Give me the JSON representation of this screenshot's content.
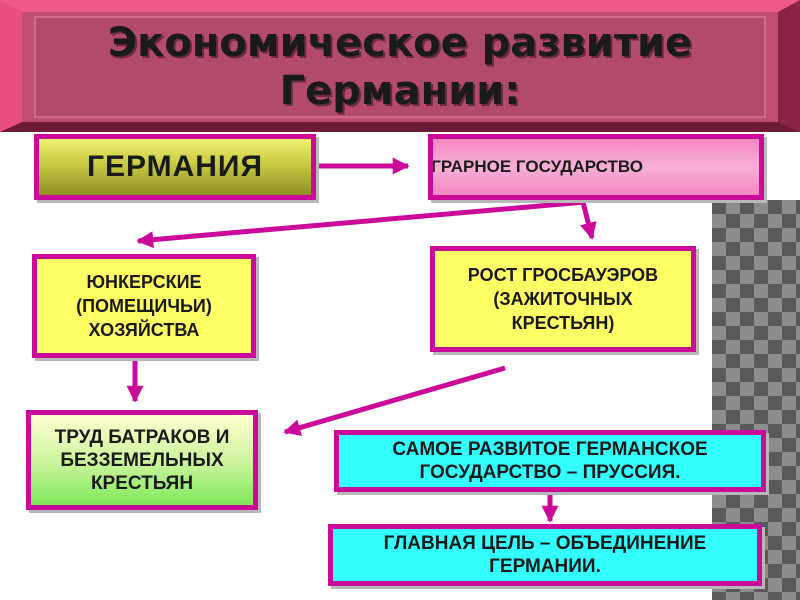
{
  "title": {
    "line1": "Экономическое развитие",
    "line2": "Германии:"
  },
  "nodes": {
    "germany": "ГЕРМАНИЯ",
    "agrarian": "АГРАРНОЕ ГОСУДАРСТВО",
    "junker_l1": "ЮНКЕРСКИЕ",
    "junker_l2": "(ПОМЕЩИЧЬИ)",
    "junker_l3": "ХОЗЯЙСТВА",
    "grossbauer_l1": "РОСТ ГРОСБАУЭРОВ",
    "grossbauer_l2": "(ЗАЖИТОЧНЫХ",
    "grossbauer_l3": "КРЕСТЬЯН)",
    "labor_l1": "ТРУД БАТРАКОВ И",
    "labor_l2": "БЕЗЗЕМЕЛЬНЫХ",
    "labor_l3": "КРЕСТЬЯН",
    "prussia_l1": "САМОЕ РАЗВИТОЕ ГЕРМАНСКОЕ",
    "prussia_l2": "ГОСУДАРСТВО – ПРУССИЯ.",
    "goal_l1": "ГЛАВНАЯ ЦЕЛЬ – ОБЪЕДИНЕНИЕ",
    "goal_l2": "ГЕРМАНИИ."
  },
  "colors": {
    "border": "#cc0a9a",
    "arrow": "#cc0a9a",
    "title_bg": "#b24a6a",
    "yellow_box": "#ffff66",
    "cyan_box": "#33ffff"
  }
}
